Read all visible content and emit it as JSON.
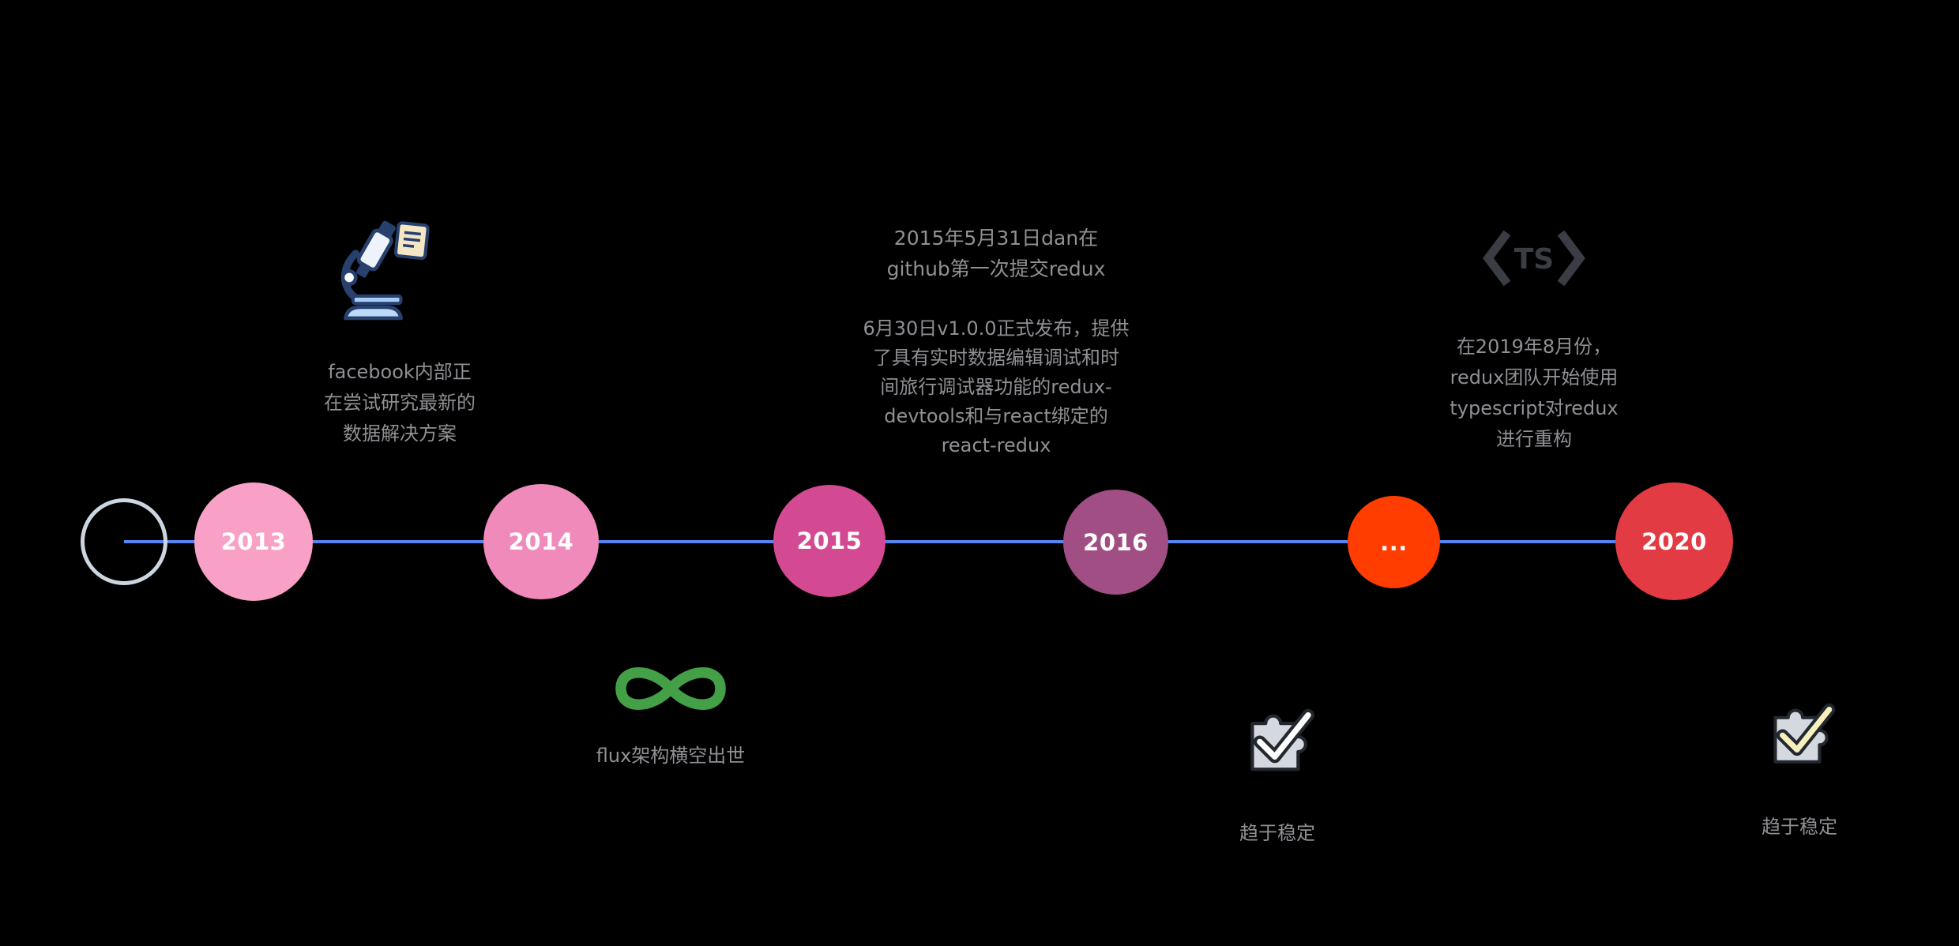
{
  "timeline": {
    "nodes": [
      {
        "id": "start",
        "label": "",
        "color": "transparent",
        "border": "#ccd6e0"
      },
      {
        "id": "2013",
        "label": "2013",
        "color": "#f9a0c6"
      },
      {
        "id": "2014",
        "label": "2014",
        "color": "#ef8abb"
      },
      {
        "id": "2015",
        "label": "2015",
        "color": "#d44a92"
      },
      {
        "id": "2016",
        "label": "2016",
        "color": "#a14e84"
      },
      {
        "id": "more",
        "label": "...",
        "color": "#ff3d00"
      },
      {
        "id": "2020",
        "label": "2020",
        "color": "#e23b43"
      }
    ]
  },
  "annotations": {
    "facebook_note": "facebook内部正\n在尝试研究最新的\n数据解决方案",
    "flux_note": "flux架构横空出世",
    "redux_commit_title": "2015年5月31日dan在\ngithub第一次提交redux",
    "redux_release_note": "6月30日v1.0.0正式发布，提供\n了具有实时数据编辑调试和时\n间旅行调试器功能的redux-\ndevtools和与react绑定的\nreact-redux",
    "stable_note_1": "趋于稳定",
    "typescript_note": "在2019年8月份，\nredux团队开始使用\ntypescript对redux\n进行重构",
    "stable_note_2": "趋于稳定",
    "ts_logo_text": "TS"
  },
  "icons": {
    "above_2013": "microscope-icon",
    "below_2014": "infinity-icon",
    "above_2020": "typescript-logo-icon",
    "below_more": "puzzle-check-icon",
    "below_2020": "puzzle-check-icon"
  },
  "colors": {
    "background": "#000000",
    "timeline_line": "#5585f2",
    "node_text": "#ffffff",
    "note_text": "#909095",
    "infinity_green": "#43a047",
    "ts_logo_gray": "#3a3e44",
    "check_1": "#ffffff",
    "check_2": "#f6efbe",
    "start_node_border": "#ccd6e0"
  }
}
